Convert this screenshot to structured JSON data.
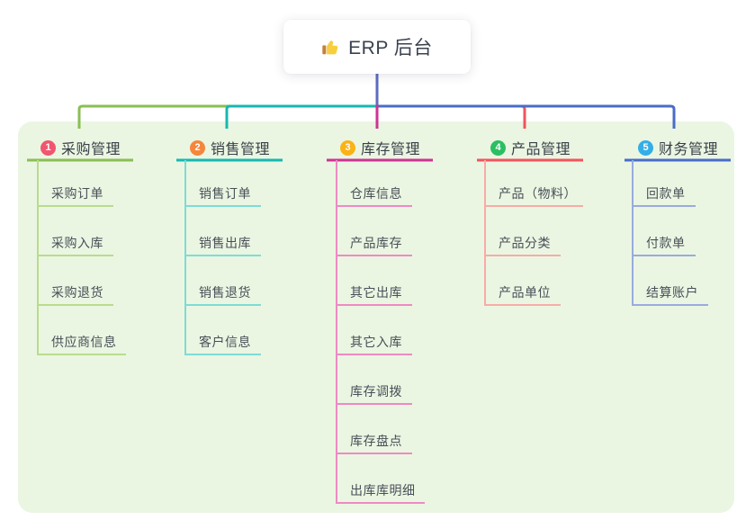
{
  "root": {
    "label": "ERP 后台",
    "icon": "thumbs-up",
    "stem_color": "#5d6cc0"
  },
  "panel_bg": "#eaf6e2",
  "branches": [
    {
      "badge": "1",
      "badge_color": "#f0566f",
      "label": "采购管理",
      "line_color": "#8abf53",
      "child_line_color": "#b9dc8c",
      "children": [
        "采购订单",
        "采购入库",
        "采购退货",
        "供应商信息"
      ]
    },
    {
      "badge": "2",
      "badge_color": "#f6863b",
      "label": "销售管理",
      "line_color": "#16b8b0",
      "child_line_color": "#7edcd5",
      "children": [
        "销售订单",
        "销售出库",
        "销售退货",
        "客户信息"
      ]
    },
    {
      "badge": "3",
      "badge_color": "#fbb216",
      "label": "库存管理",
      "line_color": "#ce3393",
      "child_line_color": "#ee8ac3",
      "children": [
        "仓库信息",
        "产品库存",
        "其它出库",
        "其它入库",
        "库存调拨",
        "库存盘点",
        "出库库明细"
      ]
    },
    {
      "badge": "4",
      "badge_color": "#2abf62",
      "label": "产品管理",
      "line_color": "#f2545b",
      "child_line_color": "#f8aba6",
      "children": [
        "产品（物料）",
        "产品分类",
        "产品单位"
      ]
    },
    {
      "badge": "5",
      "badge_color": "#35aee7",
      "label": "财务管理",
      "line_color": "#4a6cc8",
      "child_line_color": "#9aabde",
      "children": [
        "回款单",
        "付款单",
        "结算账户"
      ]
    }
  ]
}
